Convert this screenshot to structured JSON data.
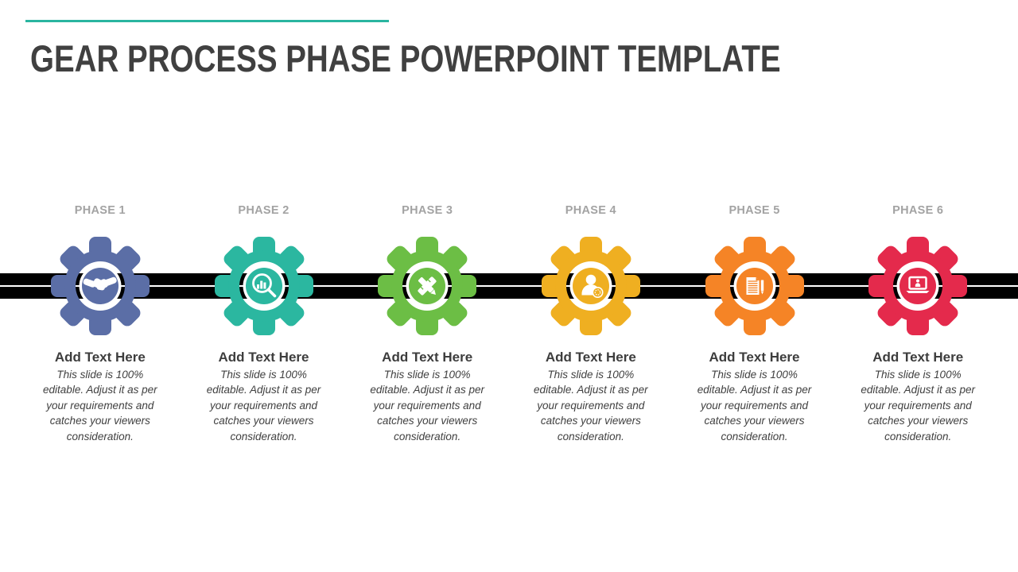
{
  "slide": {
    "title": "GEAR PROCESS PHASE POWERPOINT TEMPLATE",
    "title_color": "#404040",
    "accent_color": "#2AB5A0",
    "band": {
      "color": "#000000",
      "divider_color": "#FFFFFF"
    }
  },
  "phases": [
    {
      "label": "PHASE 1",
      "color": "#5B6EA6",
      "icon": "handshake-icon",
      "heading": "Add Text Here",
      "body": "This slide is 100% editable. Adjust it as per your requirements and catches your viewers consideration."
    },
    {
      "label": "PHASE 2",
      "color": "#2BB7A0",
      "icon": "analysis-magnifier-icon",
      "heading": "Add Text Here",
      "body": "This slide is 100% editable. Adjust it as per your requirements and catches your viewers consideration."
    },
    {
      "label": "PHASE 3",
      "color": "#6CBE45",
      "icon": "pencil-ruler-icon",
      "heading": "Add Text Here",
      "body": "This slide is 100% editable. Adjust it as per your requirements and catches your viewers consideration."
    },
    {
      "label": "PHASE 4",
      "color": "#EFAF21",
      "icon": "user-icon",
      "heading": "Add Text Here",
      "body": "This slide is 100% editable. Adjust it as per your requirements and catches your viewers consideration."
    },
    {
      "label": "PHASE 5",
      "color": "#F58426",
      "icon": "document-pencil-icon",
      "heading": "Add Text Here",
      "body": "This slide is 100% editable. Adjust it as per your requirements and catches your viewers consideration."
    },
    {
      "label": "PHASE 6",
      "color": "#E42A4C",
      "icon": "laptop-icon",
      "heading": "Add Text Here",
      "body": "This slide is 100% editable. Adjust it as per your requirements and catches your viewers consideration."
    }
  ]
}
